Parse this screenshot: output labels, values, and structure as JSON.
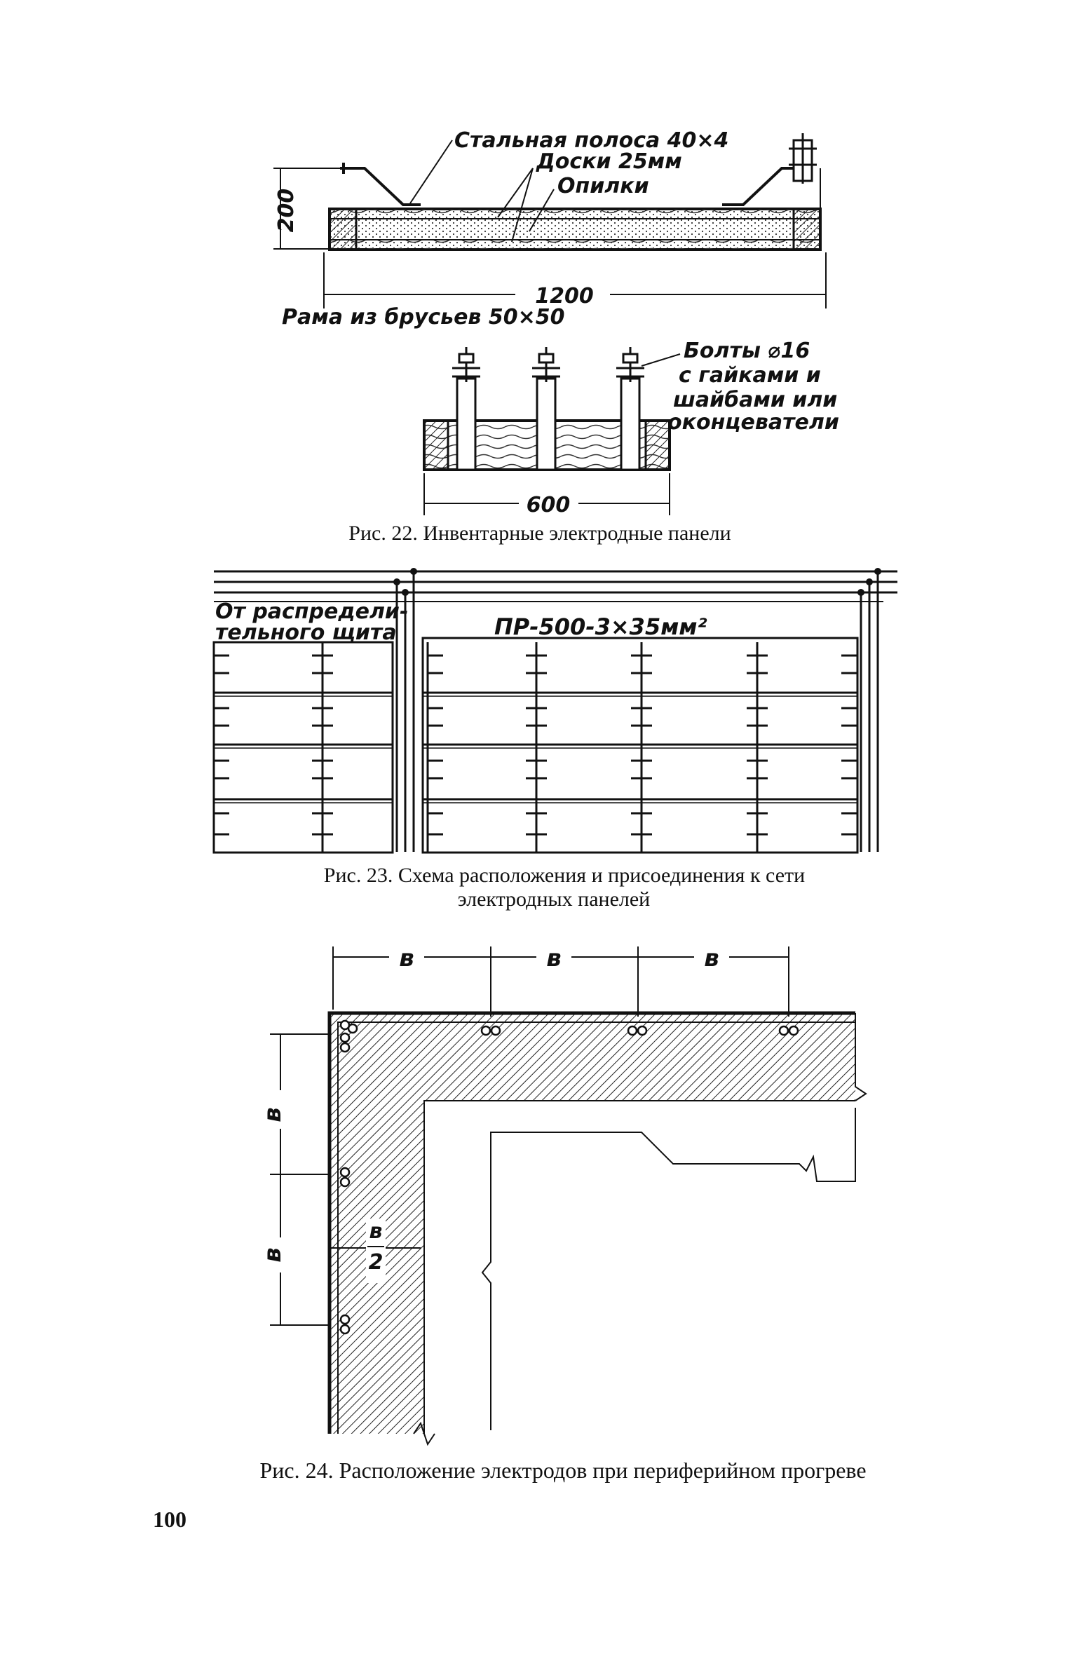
{
  "fig22": {
    "label_steel_strip": "Стальная полоса 40×4",
    "label_boards": "Доски 25мм",
    "label_sawdust": "Опилки",
    "dim_height": "200",
    "dim_length": "1200",
    "label_frame": "Рама из брусьев 50×50",
    "label_bolts_1": "Болты ⌀16",
    "label_bolts_2": "с гайками и",
    "label_bolts_3": "шайбами или",
    "label_bolts_4": "оконцеватели",
    "dim_width": "600",
    "caption": "Рис. 22. Инвентарные электродные панели"
  },
  "fig23": {
    "label_source_1": "От распредели-",
    "label_source_2": "тельного щита",
    "label_cable": "ПР-500-3×35мм²",
    "caption_1": "Рис. 23. Схема расположения и присоединения к сети",
    "caption_2": "электродных панелей"
  },
  "fig24": {
    "dim_b_1": "в",
    "dim_b_2": "в",
    "dim_b_3": "в",
    "dim_b_left_1": "в",
    "dim_b_left_2": "в",
    "dim_half_num": "в",
    "dim_half_den": "2",
    "caption": "Рис. 24. Расположение электродов при периферийном прогреве"
  },
  "page_number": "100"
}
